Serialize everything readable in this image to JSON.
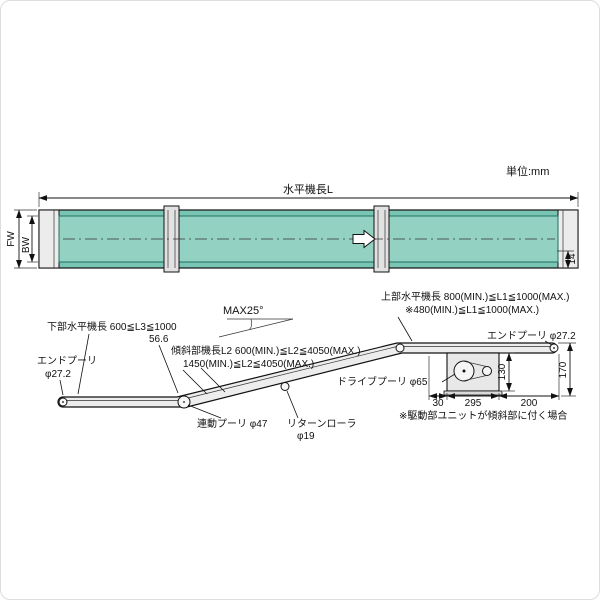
{
  "meta": {
    "unit": "単位:mm"
  },
  "plan": {
    "length": "水平機長L",
    "fw": "FW",
    "bw": "BW",
    "h14": "14"
  },
  "side": {
    "max_angle": "MAX25°",
    "upper_line1": "上部水平機長  800(MIN.)≦L1≦1000(MAX.)",
    "upper_line2": "※480(MIN.)≦L1≦1000(MAX.)",
    "lower": "下部水平機長  600≦L3≦1000",
    "d566": "56.6",
    "incline_line1": "傾斜部機長L2 600(MIN.)≦L2≦4050(MAX.)",
    "incline_line2": "1450(MIN.)≦L2≦4050(MAX.)",
    "end_pulley_left1": "エンドプーリ",
    "end_pulley_left2": "φ27.2",
    "end_pulley_right": "エンドプーリ φ27.2",
    "drive_pulley": "ドライブプーリ φ65",
    "link_pulley": "連動プーリ φ47",
    "return_roller1": "リターンローラ",
    "return_roller2": "φ19",
    "d130": "130",
    "d170": "170",
    "d30": "30",
    "d295": "295",
    "d200": "200",
    "note": "※駆動部ユニットが傾斜部に付く場合"
  },
  "colors": {
    "belt": "#93d2c3",
    "belt_dark": "#79c4b3",
    "belt_edge": "#1d6f60"
  }
}
